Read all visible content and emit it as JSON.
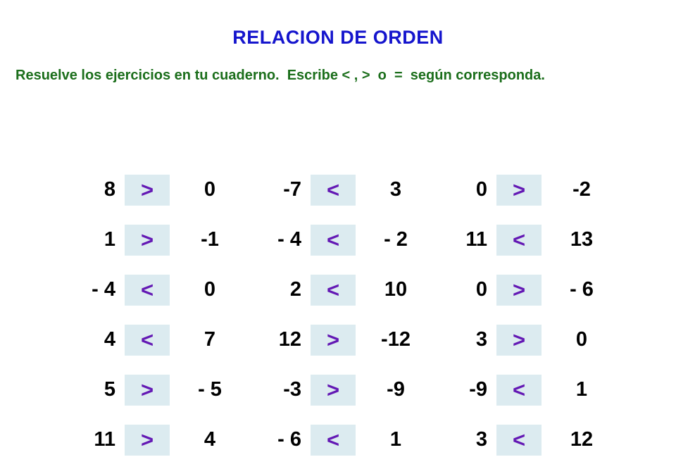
{
  "title": "RELACION DE ORDEN",
  "instructions": "Resuelve los ejercicios en tu cuaderno.  Escribe < , >  o  =  según corresponda.",
  "colors": {
    "title_blue": "#1515cd",
    "instructions_green": "#1b6e1b",
    "answer_box_fill": "#dcebf0",
    "symbol_purple": "#6318b4",
    "number_black": "#000000",
    "background": "#ffffff"
  },
  "exercises": {
    "rows": [
      [
        {
          "left": "8",
          "symbol": ">",
          "right": "0"
        },
        {
          "left": "-7",
          "symbol": "<",
          "right": "3"
        },
        {
          "left": "0",
          "symbol": ">",
          "right": "-2"
        }
      ],
      [
        {
          "left": "1",
          "symbol": ">",
          "right": "-1"
        },
        {
          "left": "- 4",
          "symbol": "<",
          "right": "- 2"
        },
        {
          "left": "11",
          "symbol": "<",
          "right": "13"
        }
      ],
      [
        {
          "left": "- 4",
          "symbol": "<",
          "right": "0"
        },
        {
          "left": "2",
          "symbol": "<",
          "right": "10"
        },
        {
          "left": "0",
          "symbol": ">",
          "right": "- 6"
        }
      ],
      [
        {
          "left": "4",
          "symbol": "<",
          "right": "7"
        },
        {
          "left": "12",
          "symbol": ">",
          "right": "-12"
        },
        {
          "left": "3",
          "symbol": ">",
          "right": "0"
        }
      ],
      [
        {
          "left": "5",
          "symbol": ">",
          "right": "- 5"
        },
        {
          "left": "-3",
          "symbol": ">",
          "right": "-9"
        },
        {
          "left": "-9",
          "symbol": "<",
          "right": "1"
        }
      ],
      [
        {
          "left": "11",
          "symbol": ">",
          "right": "4"
        },
        {
          "left": "- 6",
          "symbol": "<",
          "right": "1"
        },
        {
          "left": "3",
          "symbol": "<",
          "right": "12"
        }
      ]
    ]
  }
}
